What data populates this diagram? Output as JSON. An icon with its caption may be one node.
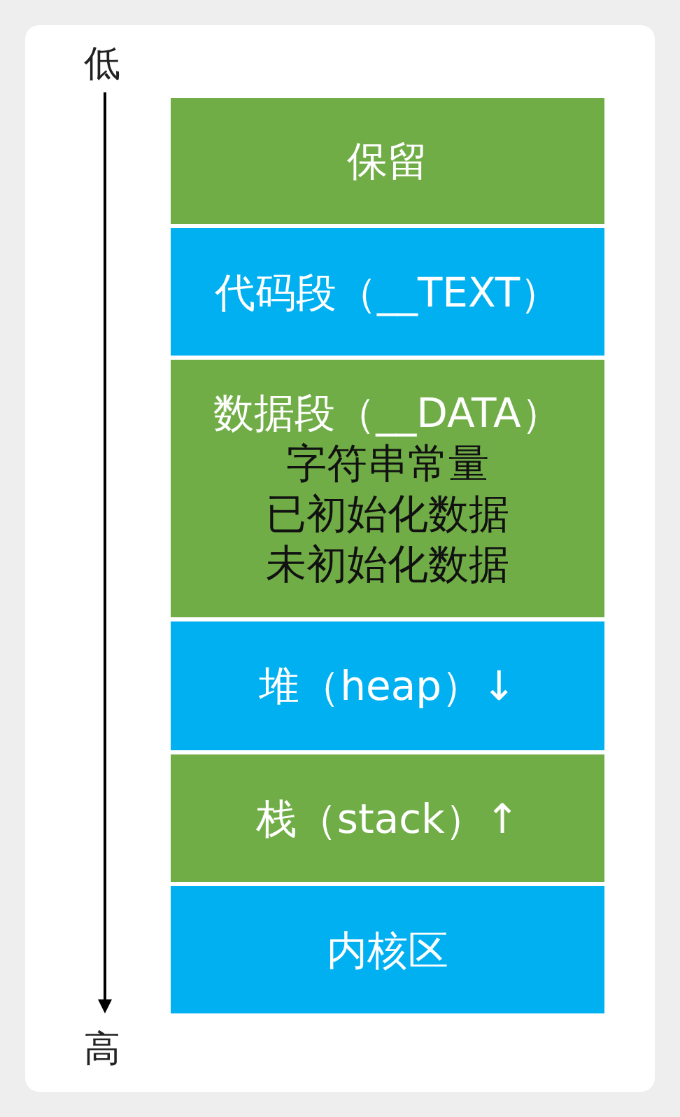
{
  "diagram": {
    "nodes": [
      {
        "text": [
          "保留"
        ]
      },
      {
        "text": [
          "代码段（__TEXT）"
        ]
      },
      {
        "text": [
          "数据段（__DATA）",
          "字符串常量",
          "已初始化数据",
          "未初始化数据"
        ]
      },
      {
        "text": [
          "堆（heap）↓"
        ]
      },
      {
        "text": [
          "栈（stack）↑"
        ]
      },
      {
        "text": [
          "内核区"
        ]
      }
    ],
    "edges": [],
    "labels": [
      "低",
      "高"
    ]
  }
}
